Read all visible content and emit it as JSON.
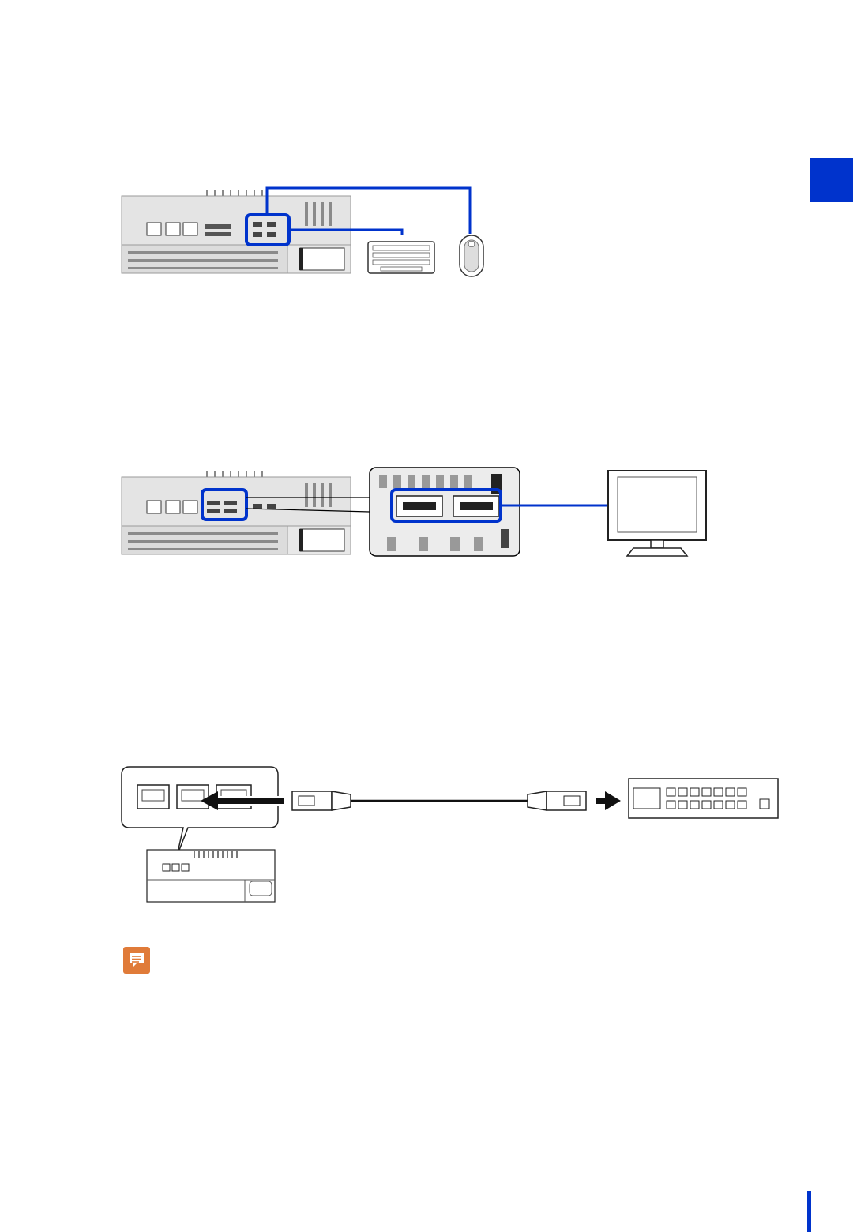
{
  "page": {
    "background": "#ffffff",
    "accent_color": "#0033cc",
    "note_color": "#e07b39"
  },
  "figures": [
    {
      "id": "usb-connection",
      "icons": [
        "computer-unit-icon",
        "keyboard-icon",
        "mouse-icon"
      ]
    },
    {
      "id": "displayport-connection",
      "icons": [
        "computer-unit-icon",
        "displayport-detail-icon",
        "monitor-icon"
      ]
    },
    {
      "id": "lan-connection",
      "icons": [
        "lan-port-detail-icon",
        "lan-cable-icon",
        "network-hub-icon"
      ]
    }
  ],
  "note": {
    "icon": "note-icon"
  }
}
